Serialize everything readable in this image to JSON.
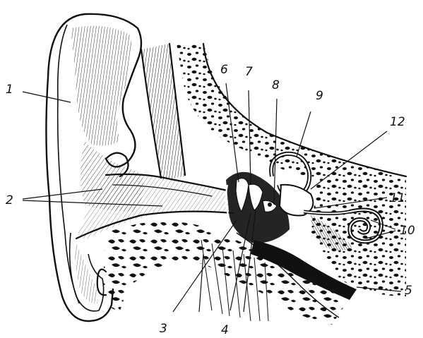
{
  "diagram": {
    "type": "ear-anatomy-cross-section",
    "ink_color": "#111111",
    "paper_color": "#ffffff",
    "callouts": [
      {
        "id": "1",
        "text": "1"
      },
      {
        "id": "2",
        "text": "2"
      },
      {
        "id": "3",
        "text": "3"
      },
      {
        "id": "4",
        "text": "4"
      },
      {
        "id": "5",
        "text": "5"
      },
      {
        "id": "6",
        "text": "6"
      },
      {
        "id": "7",
        "text": "7"
      },
      {
        "id": "8",
        "text": "8"
      },
      {
        "id": "9",
        "text": "9"
      },
      {
        "id": "10",
        "text": "10"
      },
      {
        "id": "11",
        "text": "11"
      },
      {
        "id": "12",
        "text": "12"
      }
    ]
  }
}
